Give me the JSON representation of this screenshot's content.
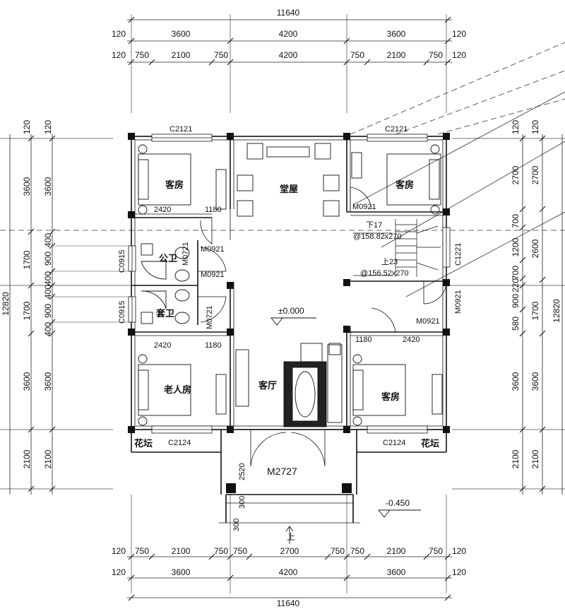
{
  "dimensions": {
    "top_total": "11640",
    "bottom_total": "11640",
    "row_axis": [
      "120",
      "3600",
      "4200",
      "3600",
      "120"
    ],
    "row_detail": [
      "120",
      "750",
      "2100",
      "750",
      "4200",
      "750",
      "2100",
      "750",
      "120"
    ],
    "bottom_row_detail": [
      "120",
      "750",
      "2100",
      "750",
      "750",
      "2700",
      "750",
      "750",
      "2100",
      "750",
      "120"
    ],
    "left_outer": [
      "120",
      "3600",
      "1700",
      "1700",
      "3600",
      "2100"
    ],
    "left_inner": [
      "120",
      "3600",
      "400",
      "900",
      "400",
      "400",
      "900",
      "400",
      "3600",
      "2100"
    ],
    "left_total": "12820",
    "right_outer": [
      "120",
      "2700",
      "2600",
      "1700",
      "3600",
      "2100"
    ],
    "right_inner": [
      "120",
      "2700",
      "700",
      "1200",
      "700",
      "220",
      "900",
      "580",
      "3600",
      "2100"
    ],
    "right_total": "12820"
  },
  "rooms": {
    "guest_nw": "客房",
    "hall": "堂屋",
    "guest_ne": "客房",
    "public_wc": "公卫",
    "suite_wc": "套卫",
    "elder": "老人房",
    "living": "客厅",
    "guest_se": "客房",
    "planter_w": "花坛",
    "planter_e": "花坛"
  },
  "labels": {
    "win_c2121_w": "C2121",
    "win_c2121_e": "C2121",
    "win_c2124_w": "C2124",
    "win_c2124_e": "C2124",
    "win_c0915_a": "C0915",
    "win_c0915_b": "C0915",
    "win_c1221": "C1221",
    "door_m0921_a": "M0921",
    "door_m0921_b": "M0921",
    "door_m0921_c": "M0921",
    "door_m0921_d": "M0921",
    "door_m0921_e": "M0921",
    "door_m0721_a": "M0721",
    "door_m0721_b": "M0721",
    "door_m2727": "M2727",
    "w2420_nw": "2420",
    "w1180_nw": "1180",
    "w2420_sw": "2420",
    "w1180_sw": "1180",
    "w1180_se": "1180",
    "w2420_se": "2420",
    "stair_down": "下17",
    "stair_down_spec": "@158.82x270",
    "stair_up": "上23",
    "stair_up_spec": "@156.52x270",
    "level_main": "±0.000",
    "level_outside": "-0.450",
    "entry_2520": "2520",
    "step_300a": "300",
    "step_300b": "300",
    "up": "上"
  }
}
